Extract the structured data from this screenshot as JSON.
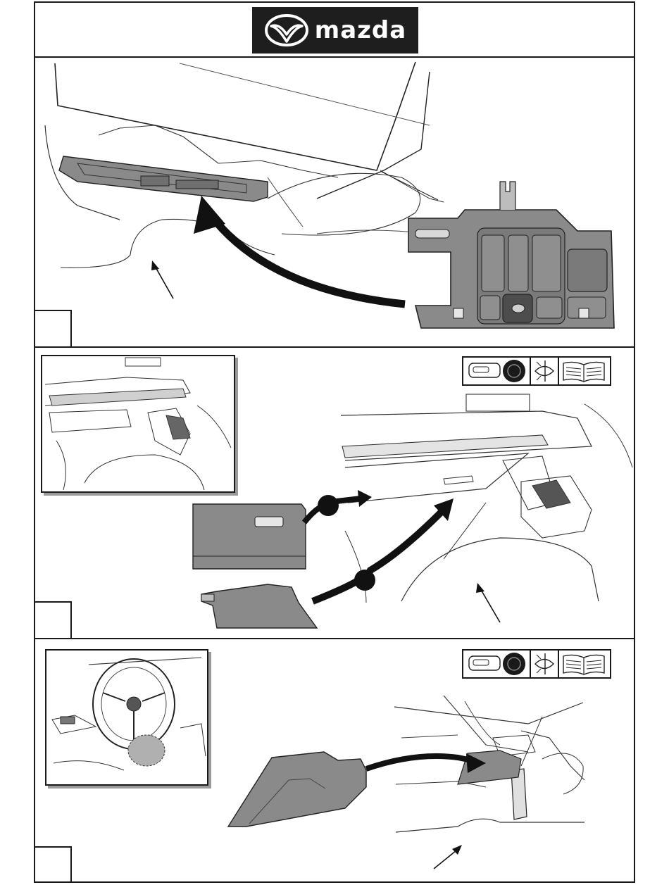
{
  "brand": {
    "logo_text": "mazda",
    "colors": {
      "logo_background": "#1e1e1e",
      "line": "#1a1a1a",
      "part_fill": "#8a8a8a",
      "arrow": "#111111"
    }
  },
  "steps": [
    {
      "id": "step-1",
      "icons": []
    },
    {
      "id": "step-2",
      "icons": [
        "dashboard-reference-icon",
        "inspect-icon",
        "manual-icon"
      ]
    },
    {
      "id": "step-3",
      "icons": [
        "dashboard-reference-icon",
        "inspect-icon",
        "manual-icon"
      ]
    }
  ]
}
